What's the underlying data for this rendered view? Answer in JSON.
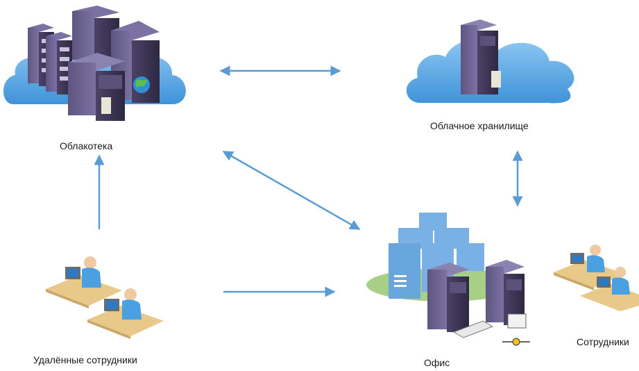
{
  "nodes": {
    "oblakoteka": {
      "label": "Облакотека",
      "icon": "datacenter-cloud-icon"
    },
    "cloud_storage": {
      "label": "Облачное хранилище",
      "icon": "cloud-server-icon"
    },
    "remote_employees": {
      "label": "Удалённые сотрудники",
      "icon": "remote-users-icon"
    },
    "office": {
      "label": "Офис",
      "icon": "office-servers-icon"
    },
    "employees": {
      "label": "Сотрудники",
      "icon": "users-icon"
    }
  },
  "colors": {
    "arrow": "#5b9bd5",
    "cloud": "#5aa7e6",
    "server_dark": "#3c3553",
    "server_top": "#6c6390",
    "office_block": "#79b1e4",
    "office_ground": "#a7d086"
  },
  "edges": [
    {
      "from": "oblakoteka",
      "to": "cloud_storage",
      "direction": "both"
    },
    {
      "from": "remote_employees",
      "to": "oblakoteka",
      "direction": "forward"
    },
    {
      "from": "oblakoteka",
      "to": "office",
      "direction": "both"
    },
    {
      "from": "cloud_storage",
      "to": "office",
      "direction": "both"
    },
    {
      "from": "remote_employees",
      "to": "office",
      "direction": "forward"
    }
  ]
}
